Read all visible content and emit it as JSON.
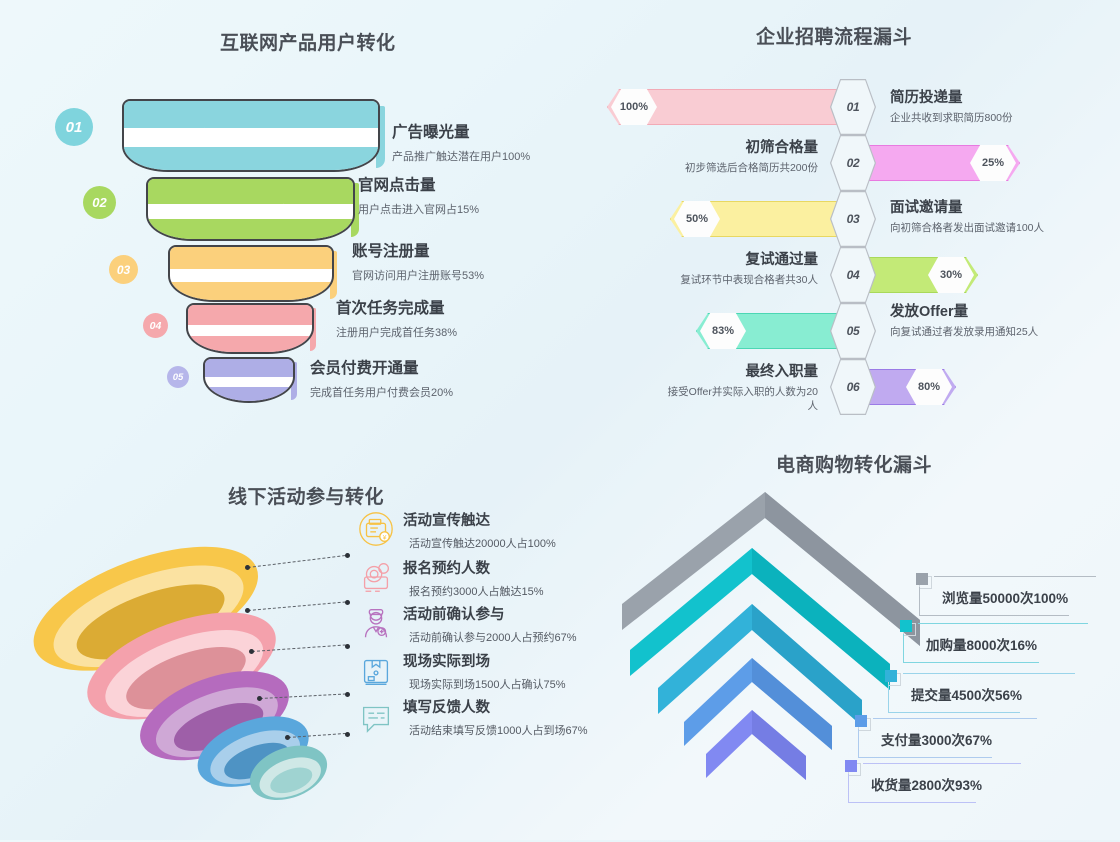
{
  "quadrants": {
    "q1": {
      "title": "互联网产品用户转化",
      "items": [
        {
          "index": "01",
          "title": "广告曝光量",
          "desc": "产品推广触达潜在用户100%",
          "color": "#7fd4dd"
        },
        {
          "index": "02",
          "title": "官网点击量",
          "desc": "用户点击进入官网占15%",
          "color": "#a8d860"
        },
        {
          "index": "03",
          "title": "账号注册量",
          "desc": "官网访问用户注册账号53%",
          "color": "#fbd07c"
        },
        {
          "index": "04",
          "title": "首次任务完成量",
          "desc": "注册用户完成首任务38%",
          "color": "#f5a8ac"
        },
        {
          "index": "05",
          "title": "会员付费开通量",
          "desc": "完成首任务用户付费会员20%",
          "color": "#aeaee6"
        }
      ]
    },
    "q2": {
      "title": "企业招聘流程漏斗",
      "items": [
        {
          "index": "01",
          "title": "简历投递量",
          "desc": "企业共收到求职简历800份",
          "pct": "100%",
          "color": "#f9ccd3",
          "stroke": "#f2aab6",
          "side": "left"
        },
        {
          "index": "02",
          "title": "初筛合格量",
          "desc": "初步筛选后合格简历共200份",
          "pct": "25%",
          "color": "#f5a9f0",
          "stroke": "#e87ae0",
          "side": "right"
        },
        {
          "index": "03",
          "title": "面试邀请量",
          "desc": "向初筛合格者发出面试邀请100人",
          "pct": "50%",
          "color": "#fbf0a0",
          "stroke": "#e8d861",
          "side": "left"
        },
        {
          "index": "04",
          "title": "复试通过量",
          "desc": "复试环节中表现合格者共30人",
          "pct": "30%",
          "color": "#c3ea77",
          "stroke": "#a9d95a",
          "side": "right"
        },
        {
          "index": "05",
          "title": "发放Offer量",
          "desc": "向复试通过者发放录用通知25人",
          "pct": "83%",
          "color": "#88edd2",
          "stroke": "#4cd7b4",
          "side": "left"
        },
        {
          "index": "06",
          "title": "最终入职量",
          "desc": "接受Offer并实际入职的人数为20人",
          "pct": "80%",
          "color": "#c0aaf0",
          "stroke": "#9b7be6",
          "side": "right"
        }
      ]
    },
    "q3": {
      "title": "线下活动参与转化",
      "items": [
        {
          "title": "活动宣传触达",
          "desc": "活动宣传触达20000人占100%",
          "icon": "megaphone-icon",
          "color": "#f7c244"
        },
        {
          "title": "报名预约人数",
          "desc": "报名预约3000人占触达15%",
          "icon": "registration-icon",
          "color": "#f4a0a8"
        },
        {
          "title": "活动前确认参与",
          "desc": "活动前确认参与2000人占预约67%",
          "icon": "staff-icon",
          "color": "#b873bf"
        },
        {
          "title": "现场实际到场",
          "desc": "现场实际到场1500人占确认75%",
          "icon": "box-icon",
          "color": "#5aa7dc"
        },
        {
          "title": "填写反馈人数",
          "desc": "活动结束填写反馈1000人占到场67%",
          "icon": "feedback-icon",
          "color": "#7fc4c4"
        }
      ]
    },
    "q4": {
      "title": "电商购物转化漏斗",
      "items": [
        {
          "label": "浏览量50000次100%",
          "color": "#9aa2ab"
        },
        {
          "label": "加购量8000次16%",
          "color": "#12c2cd"
        },
        {
          "label": "提交量4500次56%",
          "color": "#32b2d9"
        },
        {
          "label": "支付量3000次67%",
          "color": "#5d9de8"
        },
        {
          "label": "收货量2800次93%",
          "color": "#8189f2"
        }
      ]
    }
  },
  "chart_data": [
    {
      "type": "funnel",
      "title": "互联网产品用户转化",
      "categories": [
        "广告曝光量",
        "官网点击量",
        "账号注册量",
        "首次任务完成量",
        "会员付费开通量"
      ],
      "values": [
        100,
        15,
        53,
        38,
        20
      ],
      "unit": "%",
      "legend": "none"
    },
    {
      "type": "funnel",
      "title": "企业招聘流程漏斗",
      "categories": [
        "简历投递量",
        "初筛合格量",
        "面试邀请量",
        "复试通过量",
        "发放Offer量",
        "最终入职量"
      ],
      "values": [
        100,
        25,
        50,
        30,
        83,
        80
      ],
      "counts": [
        800,
        200,
        100,
        30,
        25,
        20
      ],
      "unit": "%",
      "legend": "none"
    },
    {
      "type": "funnel",
      "title": "线下活动参与转化",
      "categories": [
        "活动宣传触达",
        "报名预约人数",
        "活动前确认参与",
        "现场实际到场",
        "填写反馈人数"
      ],
      "values": [
        100,
        15,
        67,
        75,
        67
      ],
      "counts": [
        20000,
        3000,
        2000,
        1500,
        1000
      ],
      "unit": "%",
      "legend": "none"
    },
    {
      "type": "funnel",
      "title": "电商购物转化漏斗",
      "categories": [
        "浏览量",
        "加购量",
        "提交量",
        "支付量",
        "收货量"
      ],
      "values": [
        100,
        16,
        56,
        67,
        93
      ],
      "counts": [
        50000,
        8000,
        4500,
        3000,
        2800
      ],
      "unit": "%",
      "legend": "right"
    }
  ]
}
